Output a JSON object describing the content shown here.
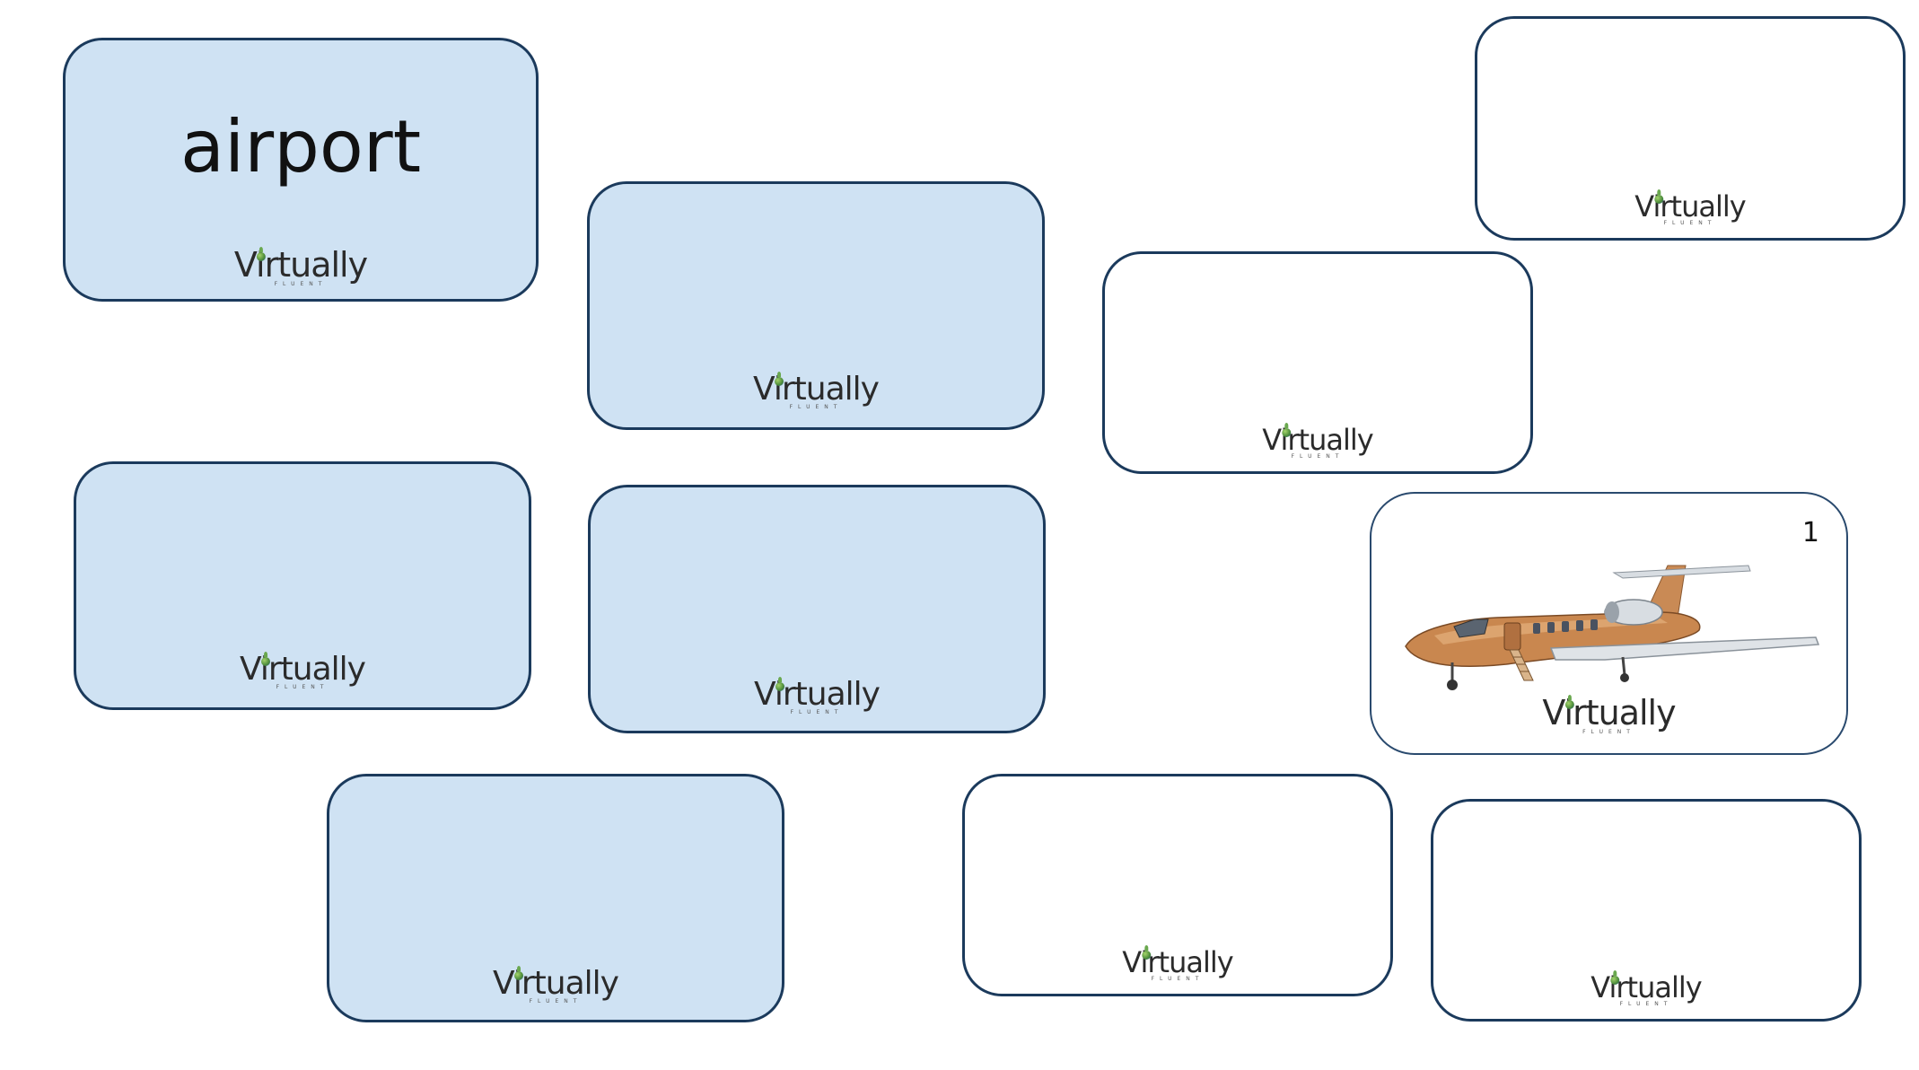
{
  "cards": [
    {
      "id": "c1",
      "word": "airport",
      "logo": "Virtually",
      "logo_sub": "FLUENT",
      "color": "#cfe2f3"
    },
    {
      "id": "c2",
      "word": "",
      "logo": "Virtually",
      "logo_sub": "FLUENT",
      "color": "#cfe2f3"
    },
    {
      "id": "c3",
      "word": "",
      "logo": "Virtually",
      "logo_sub": "FLUENT",
      "color": "#ffffff"
    },
    {
      "id": "c4",
      "word": "",
      "logo": "Virtually",
      "logo_sub": "FLUENT",
      "color": "#ffffff"
    },
    {
      "id": "c5",
      "word": "",
      "logo": "Virtually",
      "logo_sub": "FLUENT",
      "color": "#cfe2f3"
    },
    {
      "id": "c6",
      "word": "",
      "logo": "Virtually",
      "logo_sub": "FLUENT",
      "color": "#cfe2f3"
    },
    {
      "id": "c7",
      "number": "1",
      "image": "private-jet",
      "logo": "Virtually",
      "logo_sub": "FLUENT",
      "color": "#ffffff"
    },
    {
      "id": "c8",
      "word": "",
      "logo": "Virtually",
      "logo_sub": "FLUENT",
      "color": "#cfe2f3"
    },
    {
      "id": "c9",
      "word": "",
      "logo": "Virtually",
      "logo_sub": "FLUENT",
      "color": "#ffffff"
    },
    {
      "id": "c10",
      "word": "",
      "logo": "Virtually",
      "logo_sub": "FLUENT",
      "color": "#ffffff"
    }
  ],
  "colors": {
    "card_blue": "#cfe2f3",
    "card_white": "#ffffff",
    "border": "#1b3a5c"
  }
}
